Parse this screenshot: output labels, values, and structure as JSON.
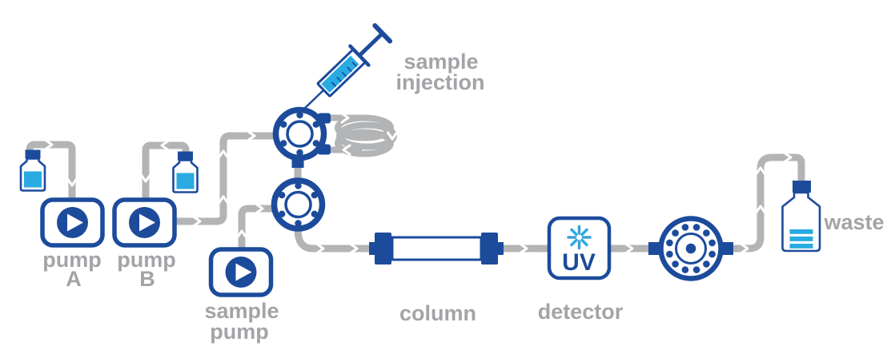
{
  "colors": {
    "primary_blue": "#1c4b9c",
    "accent_cyan": "#29abe2",
    "tube_gray": "#b2b4b6",
    "label_gray": "#a2a4a7",
    "background": "#ffffff"
  },
  "labels": {
    "pump_a_line1": "pump",
    "pump_a_line2": "A",
    "pump_b_line1": "pump",
    "pump_b_line2": "B",
    "sample_pump_line1": "sample",
    "sample_pump_line2": "pump",
    "sample_injection_line1": "sample",
    "sample_injection_line2": "injection",
    "column": "column",
    "detector": "detector",
    "waste": "waste",
    "uv_badge": "UV"
  },
  "icons": {
    "pump": "play-button-rounded-box",
    "solvent_bottle": "bottle-with-cyan-liquid",
    "six_port_valve": "circle-valve-with-six-dots",
    "syringe": "syringe-angled",
    "sample_loop": "coiled-gray-tube",
    "column": "cylinder-with-blue-end-caps",
    "uv_detector": "rounded-box-with-starburst-and-UV",
    "outlet_valve": "rotary-wheel-valve-twelve-dots",
    "waste_bottle": "bottle-with-three-cyan-stripes",
    "flow_arrow": "white-chevron-on-gray-tube"
  },
  "flow": [
    "solvent bottle A → pump A",
    "solvent bottle B → pump B",
    "pump B → upper injection valve",
    "syringe → upper injection valve (sample injection)",
    "upper injection valve ⇄ sample loop coil",
    "upper injection valve → lower valve",
    "sample pump → lower valve",
    "lower valve → column",
    "column → UV detector",
    "UV detector → outlet valve",
    "outlet valve → waste bottle"
  ]
}
